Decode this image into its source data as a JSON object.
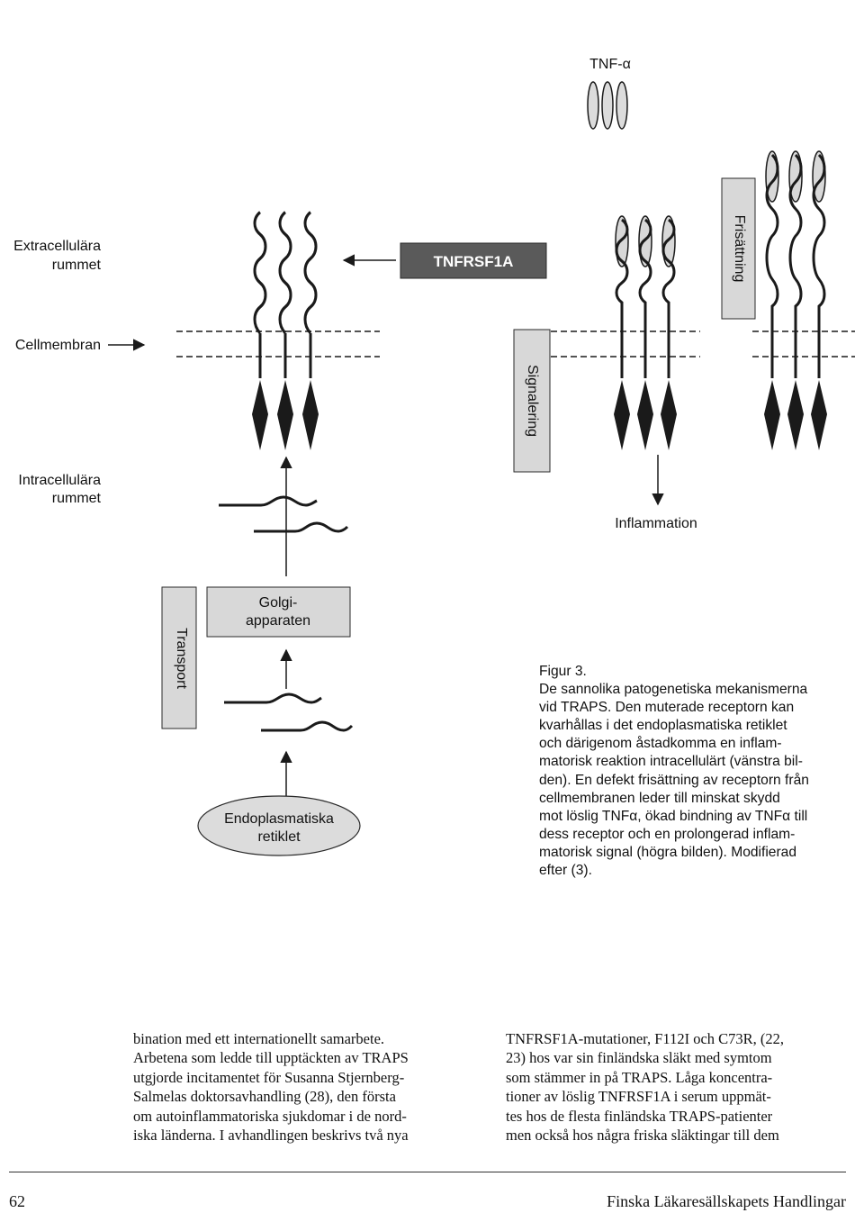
{
  "figure": {
    "tnf_alpha": "TNF-α",
    "extracellular": [
      "Extracellulära",
      "rummet"
    ],
    "cellmembrane": "Cellmembran",
    "intracellular": [
      "Intracellulära",
      "rummet"
    ],
    "tnfrsf1a": "TNFRSF1A",
    "frisattning": "Frisättning",
    "signalering": "Signalering",
    "inflammation": "Inflammation",
    "transport": "Transport",
    "golgi": [
      "Golgi-",
      "apparaten"
    ],
    "er": [
      "Endoplasmatiska",
      "retiklet"
    ]
  },
  "caption": {
    "lines": [
      "Figur 3.",
      "De sannolika patogenetiska mekanismerna",
      "vid TRAPS. Den muterade receptorn kan",
      "kvarhållas i det endoplasmatiska retiklet",
      "och därigenom åstadkomma en inflam-",
      "matorisk reaktion intracellulärt (vänstra bil-",
      "den). En defekt frisättning av receptorn från",
      "cellmembranen leder till minskat skydd",
      "mot löslig TNFα, ökad bindning av TNFα till",
      "dess receptor och en prolongerad inflam-",
      "matorisk signal (högra bilden). Modifierad",
      "efter (3)."
    ]
  },
  "body_text": {
    "left_column": [
      "bination med ett internationellt samarbete.",
      "Arbetena som ledde till upptäckten av TRAPS",
      "utgjorde incitamentet för Susanna Stjernberg-",
      "Salmelas doktorsavhandling (28), den första",
      "om autoinflammatoriska sjukdomar i de nord-",
      "iska länderna. I avhandlingen beskrivs två nya"
    ],
    "right_column": [
      "TNFRSF1A-mutationer, F112I och C73R, (22,",
      "23) hos var sin finländska släkt med symtom",
      "som stämmer in på TRAPS. Låga koncentra-",
      "tioner av löslig TNFRSF1A i serum uppmät-",
      "tes hos de flesta finländska TRAPS-patienter",
      "men också hos några friska släktingar till dem"
    ]
  },
  "footer": {
    "page_number": "62",
    "journal": "Finska Läkaresällskapets Handlingar"
  },
  "colors": {
    "dark_box": "#5a5a5a",
    "light_box": "#d8d8d8",
    "ellipse_fill": "#dcdcdc",
    "stroke": "#1a1a1a"
  }
}
